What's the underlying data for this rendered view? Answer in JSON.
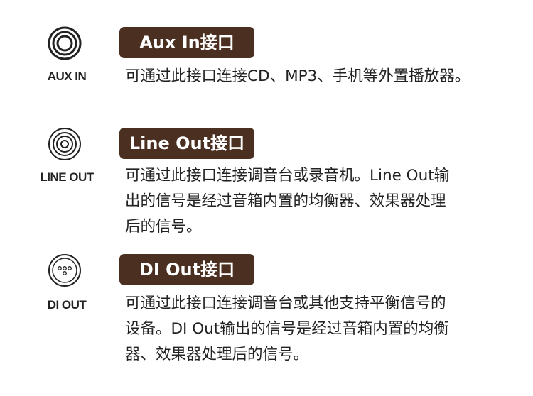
{
  "sections": [
    {
      "label": "AUX IN",
      "title": "Aux In接口",
      "lines": [
        "可通过此接口连接CD、MP3、手机等外置播放器。"
      ]
    },
    {
      "label": "LINE OUT",
      "title": "Line Out接口",
      "lines": [
        "可通过此接口连接调音台或录音机。Line Out输",
        "出的信号是经过音箱内置的均衡器、效果器处理",
        "后的信号。"
      ]
    },
    {
      "label": "DI OUT",
      "title": "DI Out接口",
      "lines": [
        "可通过此接口连接调音台或其他支持平衡信号的",
        "设备。DI Out输出的信号是经过音箱内置的均衡",
        "器、效果器处理后的信号。"
      ]
    }
  ],
  "colors": {
    "badge": "#4b2f20"
  }
}
